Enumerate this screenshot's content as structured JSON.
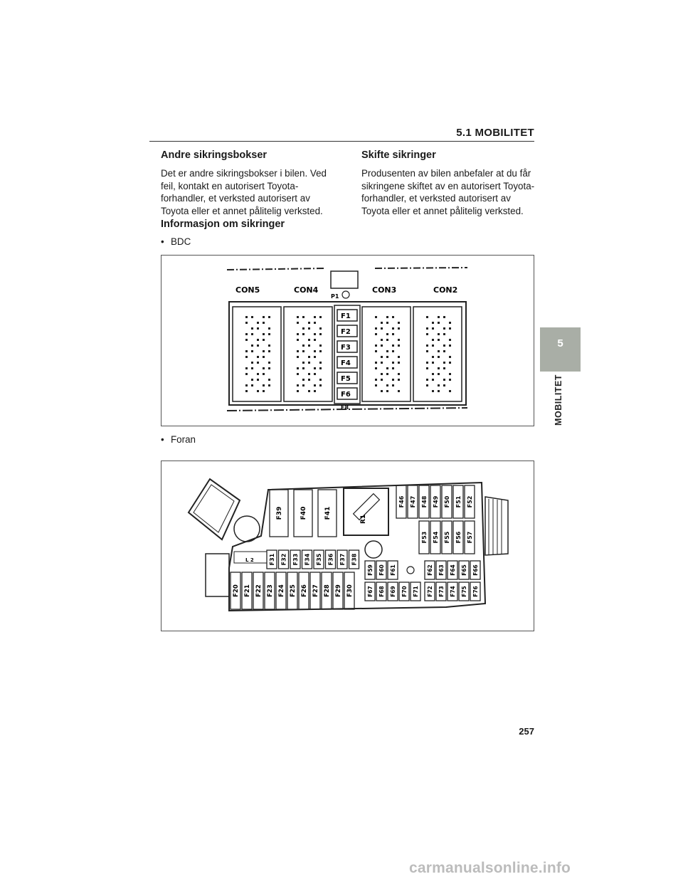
{
  "header": {
    "section": "5.1 MOBILITET"
  },
  "left_column": {
    "heading1": "Andre sikringsbokser",
    "para1": "Det er andre sikringsbokser i bilen. Ved feil, kontakt en autorisert Toyota-forhandler, et verksted autorisert av Toyota eller et annet pålitelig verksted.",
    "heading2": "Informasjon om sikringer",
    "bullet1": "BDC"
  },
  "right_column": {
    "heading": "Skifte sikringer",
    "para": "Produsenten av bilen anbefaler at du får sikringene skiftet av en autorisert Toyota-forhandler, et verksted autorisert av Toyota eller et annet pålitelig verksted."
  },
  "bullet2": "Foran",
  "bdc_diagram": {
    "connectors": [
      "CON5",
      "CON4",
      "CON3",
      "CON2"
    ],
    "fuses": [
      "F1",
      "F2",
      "F3",
      "F4",
      "F5",
      "F6"
    ],
    "top_label": "P1",
    "bottom_label": "F8"
  },
  "front_diagram": {
    "big_fuses": [
      "F39",
      "F40",
      "F41"
    ],
    "relay": "R1",
    "right_top": [
      "F46",
      "F47",
      "F48",
      "F49",
      "F50",
      "F51",
      "F52"
    ],
    "right_mid": [
      "F53",
      "F54",
      "F55",
      "F56",
      "F57"
    ],
    "mid_row": [
      "F31",
      "F32",
      "F33",
      "F34",
      "F35",
      "F36",
      "F37",
      "F38"
    ],
    "bottom_row": [
      "F20",
      "F21",
      "F22",
      "F23",
      "F24",
      "F25",
      "F26",
      "F27",
      "F28",
      "F29",
      "F30"
    ],
    "center_upper": [
      "F59",
      "F60",
      "F61"
    ],
    "center_lower": [
      "F67",
      "F68",
      "F69",
      "F70",
      "F71"
    ],
    "right_upper": [
      "F62",
      "F63",
      "F64",
      "F65",
      "F66"
    ],
    "right_lower": [
      "F72",
      "F73",
      "F74",
      "F75",
      "F76"
    ],
    "label_l2": "L 2"
  },
  "side_tab": {
    "number": "5",
    "label": "MOBILITET"
  },
  "page_number": "257",
  "watermark": "carmanualsonline.info"
}
